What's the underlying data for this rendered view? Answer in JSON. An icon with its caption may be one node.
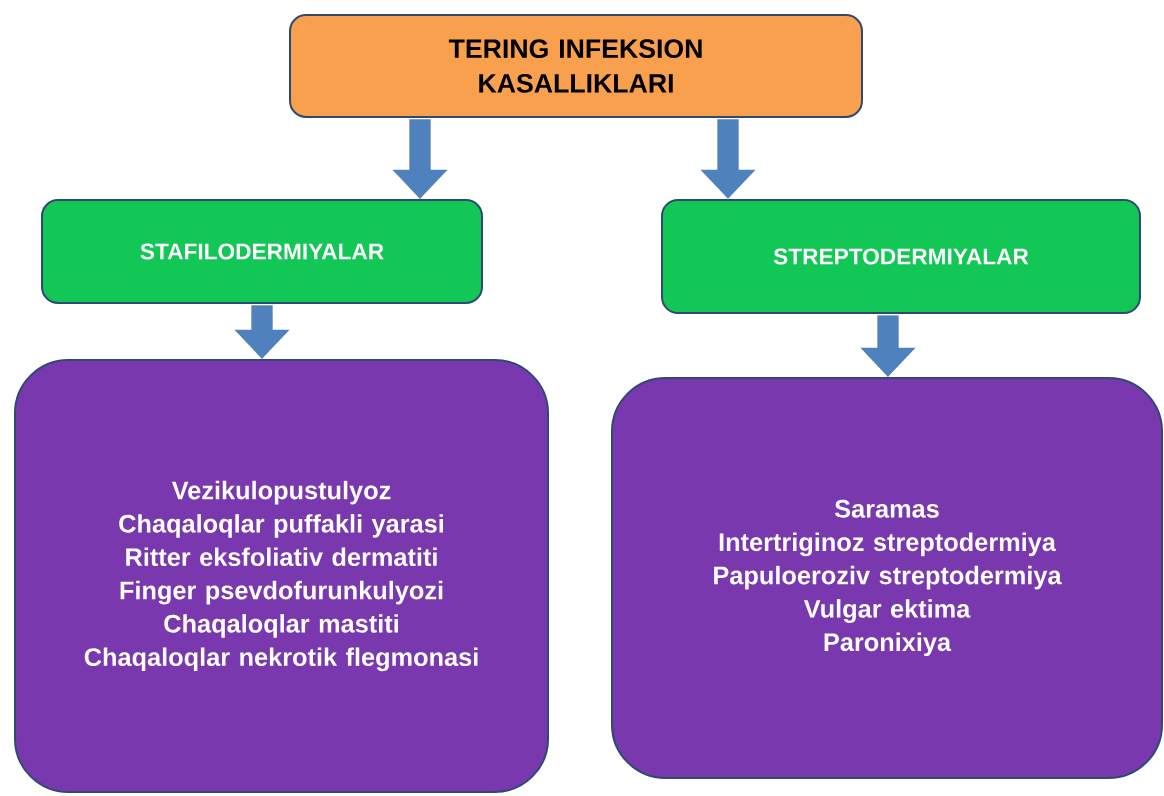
{
  "diagram": {
    "nodes": [
      {
        "text": [
          "TERING INFEKSION KASALLIKLARI"
        ]
      },
      {
        "text": [
          "STAFILODERMIYALAR"
        ]
      },
      {
        "text": [
          "STREPTODERMIYALAR"
        ]
      },
      {
        "text": [
          "Vezikulopustulyoz",
          "Chaqaloqlar  puffakli yarasi",
          "Ritter eksfoliativ dermatiti",
          "Finger psevdofurunkulyozi",
          "Chaqaloqlar mastiti",
          "Chaqaloqlar nekrotik flegmonasi"
        ]
      },
      {
        "text": [
          "Saramas",
          "Intertriginoz streptodermiya",
          "Papuloeroziv streptodermiya",
          "Vulgar ektima",
          "Paronixiya"
        ]
      }
    ],
    "edges": [
      {
        "from": 0,
        "to": 1,
        "arrow": "to"
      },
      {
        "from": 0,
        "to": 2,
        "arrow": "to"
      },
      {
        "from": 1,
        "to": 3,
        "arrow": "to"
      },
      {
        "from": 2,
        "to": 4,
        "arrow": "to"
      }
    ]
  }
}
